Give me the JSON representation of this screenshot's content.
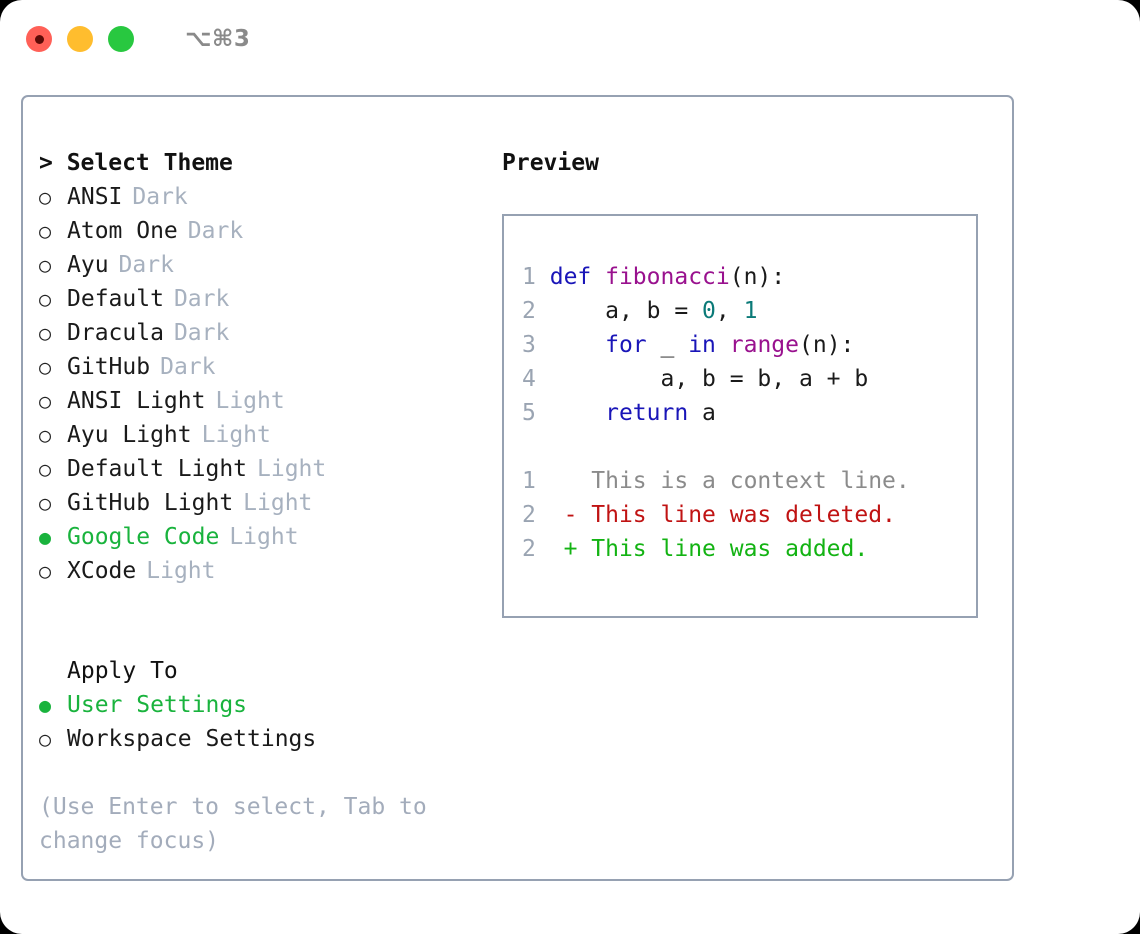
{
  "titlebar": {
    "shortcut": "⌥⌘3",
    "buttons": [
      {
        "name": "close",
        "color": "#ff6057"
      },
      {
        "name": "minimize",
        "color": "#ffbd2e"
      },
      {
        "name": "maximize",
        "color": "#28c840"
      }
    ]
  },
  "theme_section": {
    "header": "> Select Theme",
    "items": [
      {
        "marker": "○",
        "name": "ANSI",
        "variant": "Dark",
        "selected": false
      },
      {
        "marker": "○",
        "name": "Atom One",
        "variant": "Dark",
        "selected": false
      },
      {
        "marker": "○",
        "name": "Ayu",
        "variant": "Dark",
        "selected": false
      },
      {
        "marker": "○",
        "name": "Default",
        "variant": "Dark",
        "selected": false
      },
      {
        "marker": "○",
        "name": "Dracula",
        "variant": "Dark",
        "selected": false
      },
      {
        "marker": "○",
        "name": "GitHub",
        "variant": "Dark",
        "selected": false
      },
      {
        "marker": "○",
        "name": "ANSI Light",
        "variant": "Light",
        "selected": false
      },
      {
        "marker": "○",
        "name": "Ayu Light",
        "variant": "Light",
        "selected": false
      },
      {
        "marker": "○",
        "name": "Default Light",
        "variant": "Light",
        "selected": false
      },
      {
        "marker": "○",
        "name": "GitHub Light",
        "variant": "Light",
        "selected": false
      },
      {
        "marker": "●",
        "name": "Google Code",
        "variant": "Light",
        "selected": true
      },
      {
        "marker": "○",
        "name": "XCode",
        "variant": "Light",
        "selected": false
      }
    ]
  },
  "apply_section": {
    "header": "Apply To",
    "items": [
      {
        "marker": "●",
        "name": "User Settings",
        "selected": true
      },
      {
        "marker": "○",
        "name": "Workspace Settings",
        "selected": false
      }
    ]
  },
  "hint": "(Use Enter to select, Tab to change focus)",
  "preview": {
    "title": "Preview",
    "code_lines": [
      {
        "no": "1",
        "tokens": [
          {
            "t": "def ",
            "c": "kw"
          },
          {
            "t": "fibonacci",
            "c": "fn"
          },
          {
            "t": "(n):",
            "c": "plain"
          }
        ]
      },
      {
        "no": "2",
        "tokens": [
          {
            "t": "    a, b = ",
            "c": "plain"
          },
          {
            "t": "0",
            "c": "num"
          },
          {
            "t": ", ",
            "c": "plain"
          },
          {
            "t": "1",
            "c": "num"
          }
        ]
      },
      {
        "no": "3",
        "tokens": [
          {
            "t": "    ",
            "c": "plain"
          },
          {
            "t": "for",
            "c": "kw"
          },
          {
            "t": " _ ",
            "c": "plain"
          },
          {
            "t": "in",
            "c": "kw"
          },
          {
            "t": " ",
            "c": "plain"
          },
          {
            "t": "range",
            "c": "fn"
          },
          {
            "t": "(n):",
            "c": "plain"
          }
        ]
      },
      {
        "no": "4",
        "tokens": [
          {
            "t": "        a, b = b, a + b",
            "c": "plain"
          }
        ]
      },
      {
        "no": "5",
        "tokens": [
          {
            "t": "    ",
            "c": "plain"
          },
          {
            "t": "return",
            "c": "kw"
          },
          {
            "t": " a",
            "c": "plain"
          }
        ]
      }
    ],
    "diff_lines": [
      {
        "no": "1",
        "marker": "  ",
        "text": "This is a context line.",
        "kind": "ctx"
      },
      {
        "no": "2",
        "marker": "- ",
        "text": "This line was deleted.",
        "kind": "del"
      },
      {
        "no": "2",
        "marker": "+ ",
        "text": "This line was added.",
        "kind": "add"
      }
    ]
  },
  "colors": {
    "accent_green": "#19b33d",
    "border": "#96a1b2",
    "muted": "#a7b1bf",
    "keyword": "#1915b8",
    "function": "#99118e",
    "number": "#0b7a78",
    "diff_delete": "#c01313",
    "diff_add": "#13b313"
  }
}
